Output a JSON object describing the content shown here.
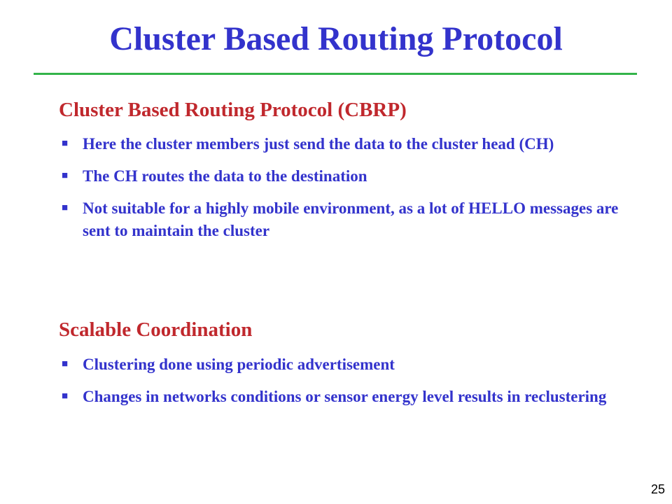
{
  "slide": {
    "title": "Cluster Based Routing Protocol",
    "page_number": "25",
    "colors": {
      "title": "#3333cc",
      "heading": "#c0282d",
      "bullet_text": "#3333cc",
      "rule": "#33b44a"
    }
  },
  "sections": [
    {
      "heading": "Cluster Based Routing Protocol (CBRP)",
      "bullets": [
        "Here the cluster members just send the data to the cluster head (CH)",
        "The CH routes the data to the destination",
        "Not suitable for a highly mobile environment, as a lot of HELLO messages are sent to maintain the cluster"
      ]
    },
    {
      "heading": "Scalable Coordination",
      "bullets": [
        "Clustering done using periodic advertisement",
        "Changes in networks conditions or sensor energy level results in reclustering"
      ]
    }
  ]
}
